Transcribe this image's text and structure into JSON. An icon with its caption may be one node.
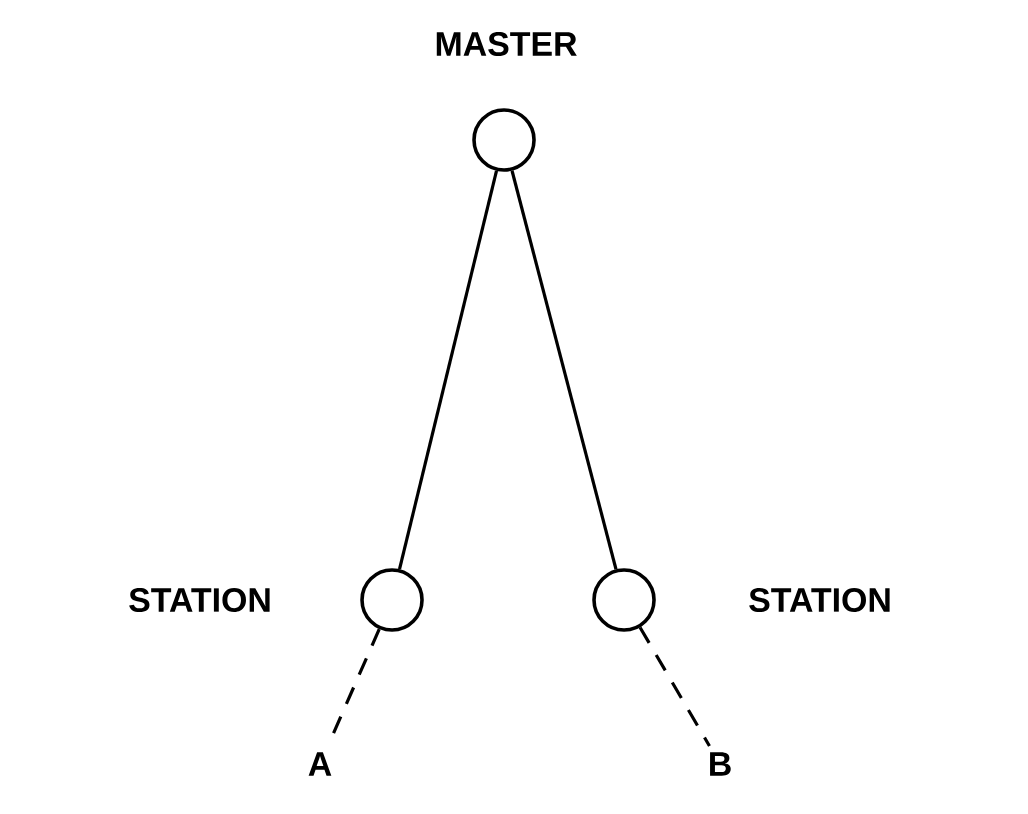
{
  "diagram": {
    "nodes": [
      {
        "text": [
          "MASTER"
        ]
      },
      {
        "text": [
          "STATION"
        ]
      },
      {
        "text": [
          "STATION"
        ]
      },
      {
        "text": [
          "A"
        ]
      },
      {
        "text": [
          "B"
        ]
      }
    ],
    "edges": [
      {
        "from": 0,
        "to": 1,
        "arrow": "none"
      },
      {
        "from": 0,
        "to": 2,
        "arrow": "none"
      },
      {
        "from": 1,
        "to": 3,
        "arrow": "none",
        "style": "dashed"
      },
      {
        "from": 2,
        "to": 4,
        "arrow": "none",
        "style": "dashed"
      }
    ]
  }
}
